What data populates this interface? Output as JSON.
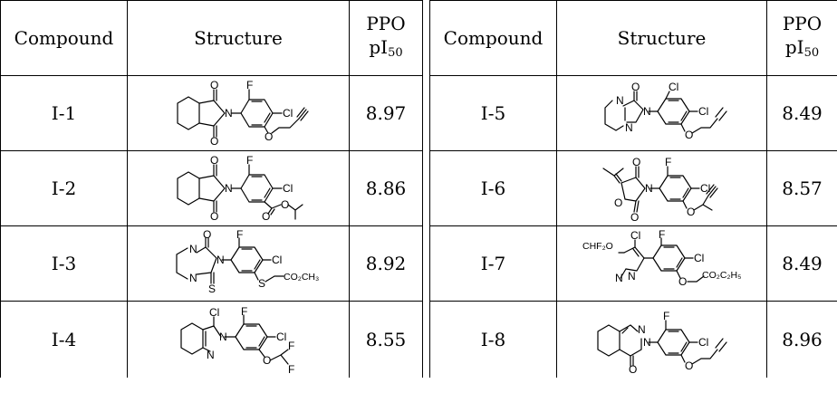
{
  "headers": {
    "compound": "Compound",
    "structure": "Structure",
    "ppo_top": "PPO",
    "ppo_base": "pI",
    "ppo_sub": "50"
  },
  "rows": [
    {
      "compound": "I-1",
      "value": "8.97"
    },
    {
      "compound": "I-2",
      "value": "8.86"
    },
    {
      "compound": "I-3",
      "value": "8.92"
    },
    {
      "compound": "I-4",
      "value": "8.55"
    },
    {
      "compound": "I-5",
      "value": "8.49"
    },
    {
      "compound": "I-6",
      "value": "8.57"
    },
    {
      "compound": "I-7",
      "value": "8.49"
    },
    {
      "compound": "I-8",
      "value": "8.96"
    }
  ],
  "atoms": {
    "O": "O",
    "N": "N",
    "F": "F",
    "Cl": "Cl",
    "S": "S",
    "CHF2O": "CHF₂O",
    "CO2CH3": "CO₂CH₃",
    "CO2C2H5": "CO₂C₂H₅"
  }
}
